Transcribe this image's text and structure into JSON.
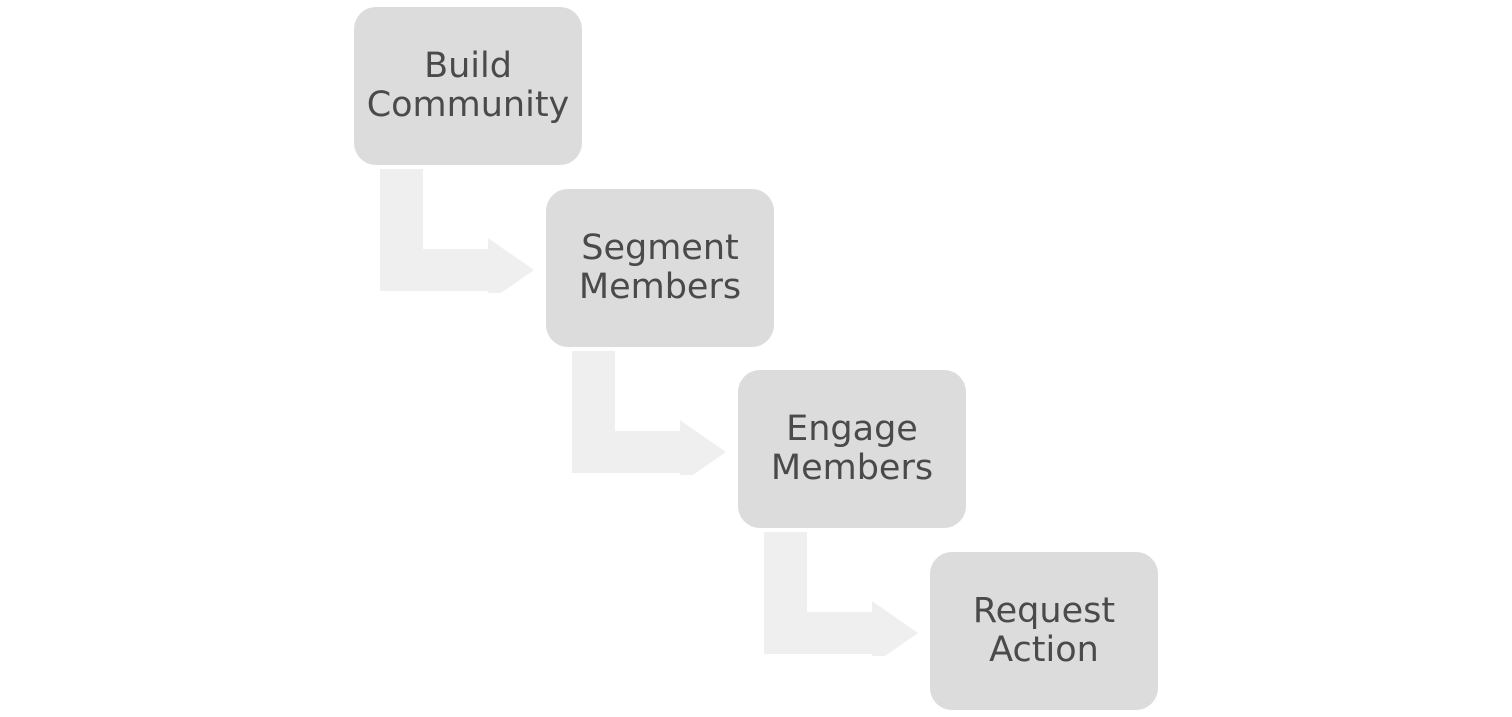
{
  "colors": {
    "box_fill": "#dcdcdc",
    "arrow_fill": "#efefef",
    "text": "#4a4a4a",
    "background": "#ffffff"
  },
  "steps": [
    {
      "label": "Build\nCommunity"
    },
    {
      "label": "Segment\nMembers"
    },
    {
      "label": "Engage\nMembers"
    },
    {
      "label": "Request\nAction"
    }
  ]
}
